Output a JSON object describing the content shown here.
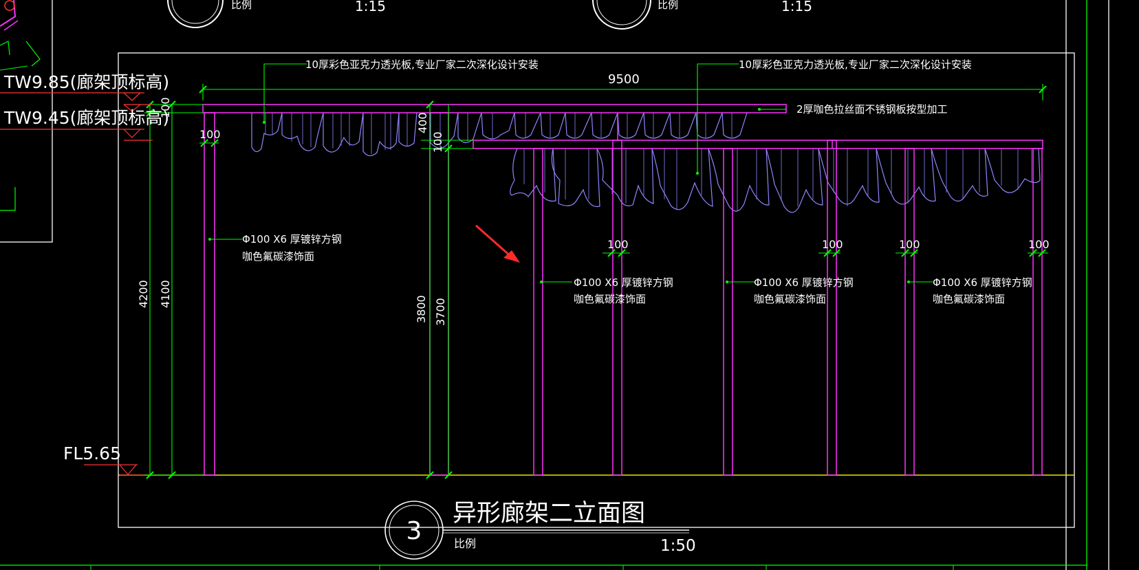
{
  "drawing": {
    "top_scale_label_left": "比例",
    "top_scale_value_left": "1:15",
    "top_scale_label_right": "比例",
    "top_scale_value_right": "1:15",
    "elevation_tw985": "TW9.85(廊架顶标高)",
    "elevation_tw945": "TW9.45(廊架顶标高)",
    "elevation_fl565": "FL5.65",
    "overall_width": "9500",
    "callout_panel_left": "10厚彩色亚克力透光板,专业厂家二次深化设计安装",
    "callout_panel_right": "10厚彩色亚克力透光板,专业厂家二次深化设计安装",
    "callout_stainless": "2厚咖色拉丝面不锈钢板按型加工",
    "post_spec_line1": "Φ100 X6 厚镀锌方钢",
    "post_spec_line2": "咖色氟碳漆饰面",
    "dim_100": "100",
    "dim_400": "400",
    "dim_4200": "4200",
    "dim_4100": "4100",
    "dim_3800": "3800",
    "dim_3700": "3700",
    "view_number": "3",
    "view_title": "异形廊架二立面图",
    "view_scale_label": "比例",
    "view_scale_value": "1:50",
    "colors": {
      "background": "#000000",
      "frame_magenta": "#ff33ff",
      "dimension_green": "#00ff00",
      "ground_yellow": "#e6e600",
      "panel_purple": "#8f86ff",
      "arrow_red": "#ff2a2a",
      "border_white": "#ffffff"
    }
  }
}
